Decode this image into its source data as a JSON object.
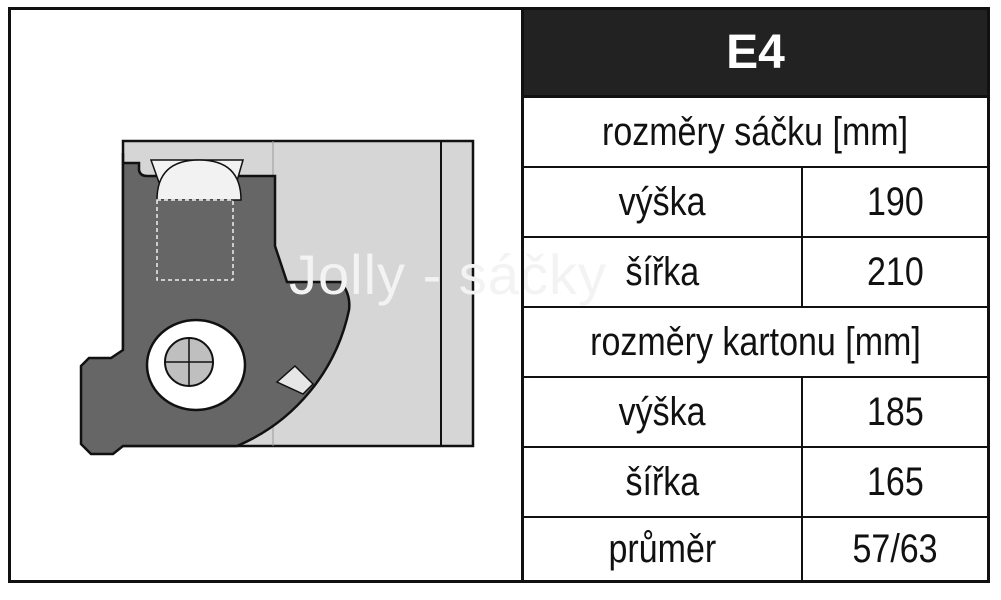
{
  "drawing": {
    "watermark_text": "Jolly - sáčky"
  },
  "table": {
    "title": "E4",
    "bag_dimensions_heading": "rozměry sáčku [mm]",
    "bag_rows": [
      {
        "label": "výška",
        "value": "190"
      },
      {
        "label": "šířka",
        "value": "210"
      }
    ],
    "carton_dimensions_heading": "rozměry kartonu [mm]",
    "carton_rows": [
      {
        "label": "výška",
        "value": "185"
      },
      {
        "label": "šířka",
        "value": "165"
      },
      {
        "label": "průměr",
        "value": "57/63"
      }
    ]
  }
}
